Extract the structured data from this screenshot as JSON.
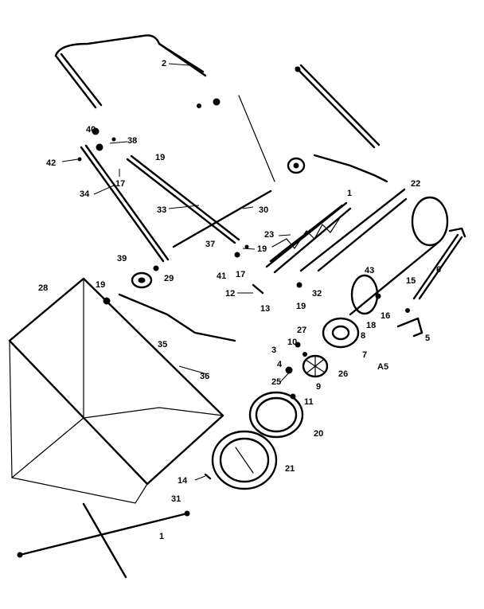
{
  "labels": {
    "p1": "1",
    "p2": "2",
    "p3": "3",
    "p4": "4",
    "p5": "5",
    "p6": "6",
    "p7": "7",
    "p8": "8",
    "p9": "9",
    "p10": "10",
    "p11": "11",
    "p12": "12",
    "p13": "13",
    "p14": "14",
    "p15": "15",
    "p16": "16",
    "p17a": "17",
    "p17b": "17",
    "p18": "18",
    "p19a": "19",
    "p19b": "19",
    "p19c": "19",
    "p19d": "19",
    "p20": "20",
    "p21": "21",
    "p22": "22",
    "p23": "23",
    "p25": "25",
    "p26": "26",
    "p27": "27",
    "p28": "28",
    "p29": "29",
    "p30": "30",
    "p31": "31",
    "p32": "32",
    "p33": "33",
    "p34": "34",
    "p35": "35",
    "p36": "36",
    "p37": "37",
    "p38": "38",
    "p39": "39",
    "p40": "40",
    "p41": "41",
    "p42": "42",
    "p43": "43",
    "a5": "A5"
  }
}
